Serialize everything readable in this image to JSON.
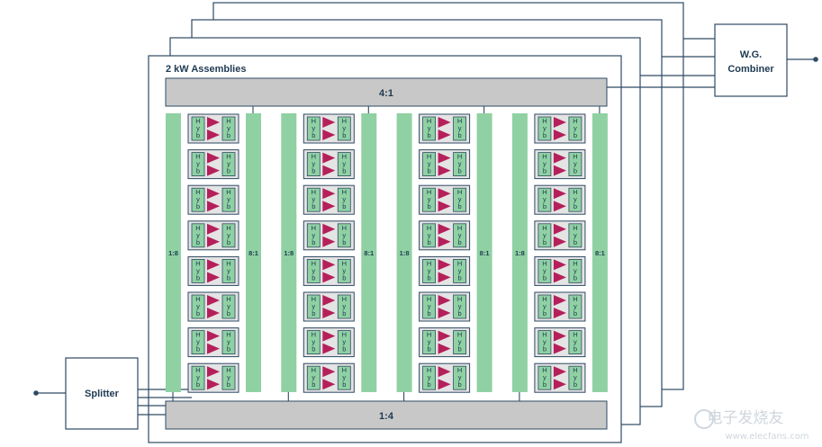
{
  "assembly_title": "2 kW Assemblies",
  "combiner_label_line1": "W.G.",
  "combiner_label_line2": "Combiner",
  "splitter_label": "Splitter",
  "top_combiner_label": "4:1",
  "bottom_splitter_label": "1:4",
  "group_splitter_label": "1:8",
  "group_combiner_label": "8:1",
  "hybrid_letters": [
    "H",
    "y",
    "b"
  ],
  "watermark_text": "电子发烧友",
  "watermark_url": "www.elecfans.com",
  "groups": 4,
  "modules_per_group": 8,
  "stacked_layers": 4,
  "colors": {
    "border": "#2e4a63",
    "panel_fill": "#ffffff",
    "gray_bar": "#c8c8c8",
    "green_bar": "#8fd1a3",
    "hybrid_fill": "#8fd1a3",
    "amp_fill": "#b5205a",
    "module_fill": "#e4e4e4"
  }
}
